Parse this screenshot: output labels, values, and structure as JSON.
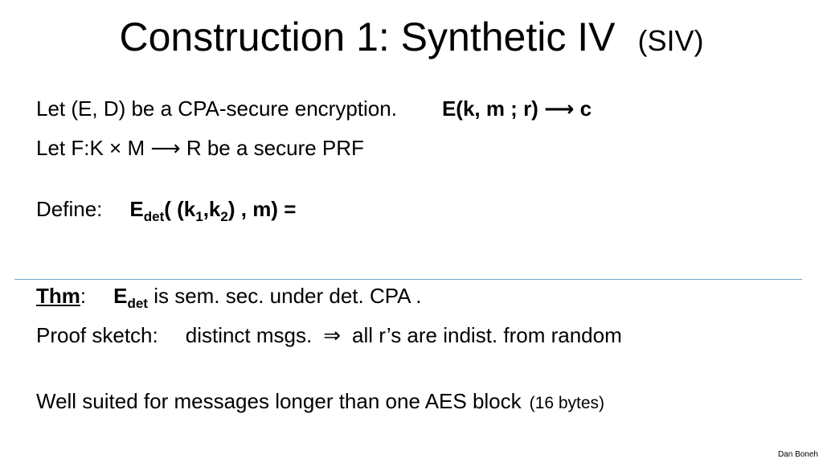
{
  "slide": {
    "title": "Construction 1:  Synthetic IV",
    "title_suffix": "(SIV)",
    "line1": {
      "text": "Let  (E, D) be a CPA-secure encryption.",
      "formula": "E(k, m  ;  r) ⟶ c"
    },
    "line2": {
      "text": "Let   F:K × M ⟶ R   be a secure PRF"
    },
    "line3": {
      "label": "Define:",
      "e": "E",
      "e_sub": "det",
      "open": "( (k",
      "k1_sub": "1",
      "comma": ",k",
      "k2_sub": "2",
      "close": ") , m) ="
    },
    "line4": {
      "thm": "Thm",
      "colon": ":",
      "e": "E",
      "e_sub": "det",
      "rest": " is sem. sec. under det. CPA ."
    },
    "line5": {
      "label": "Proof sketch:",
      "part1": "distinct msgs.",
      "arrow": "⇒",
      "part2": "all r’s are indist. from random"
    },
    "line6": {
      "text": "Well suited for messages longer than one AES block",
      "note": "(16 bytes)"
    },
    "footer": "Dan Boneh",
    "colors": {
      "divider": "#6fa6c9",
      "text": "#000000",
      "background": "#ffffff"
    }
  }
}
